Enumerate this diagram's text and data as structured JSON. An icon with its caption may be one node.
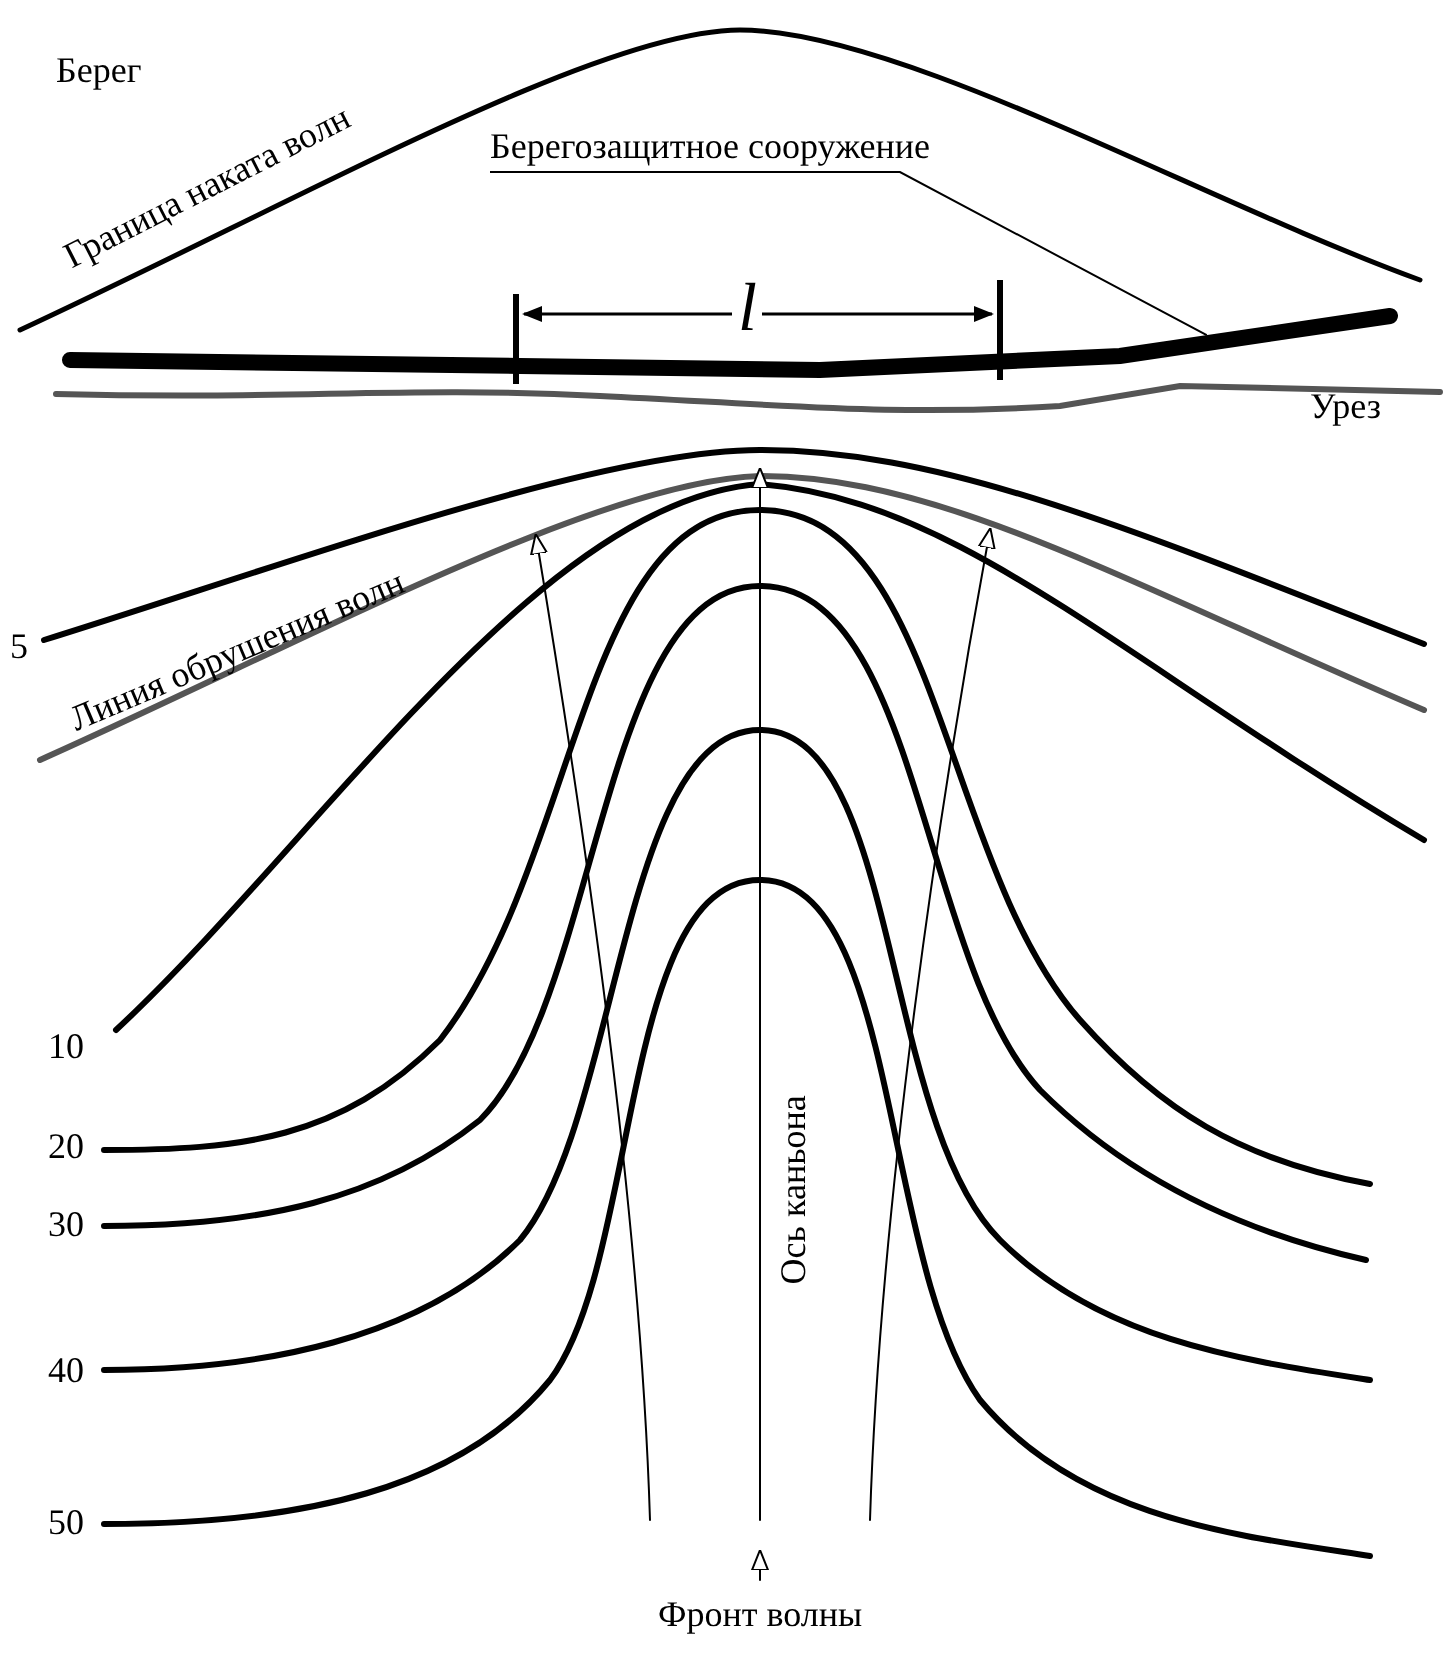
{
  "diagram": {
    "nodes": [
      {
        "text": [
          "Берегозащитное сооружение"
        ]
      },
      {
        "text": [],
        "shape": "bar"
      }
    ],
    "edges": [
      {
        "from": 0,
        "to": 1,
        "arrow": "none"
      }
    ],
    "labels": [
      "Берег",
      "Граница наката волн",
      "l",
      "Урез",
      "5",
      "Линия обрушения волн",
      "10",
      "20",
      "30",
      "40",
      "50",
      "Ось каньона",
      "Фронт волны"
    ]
  }
}
